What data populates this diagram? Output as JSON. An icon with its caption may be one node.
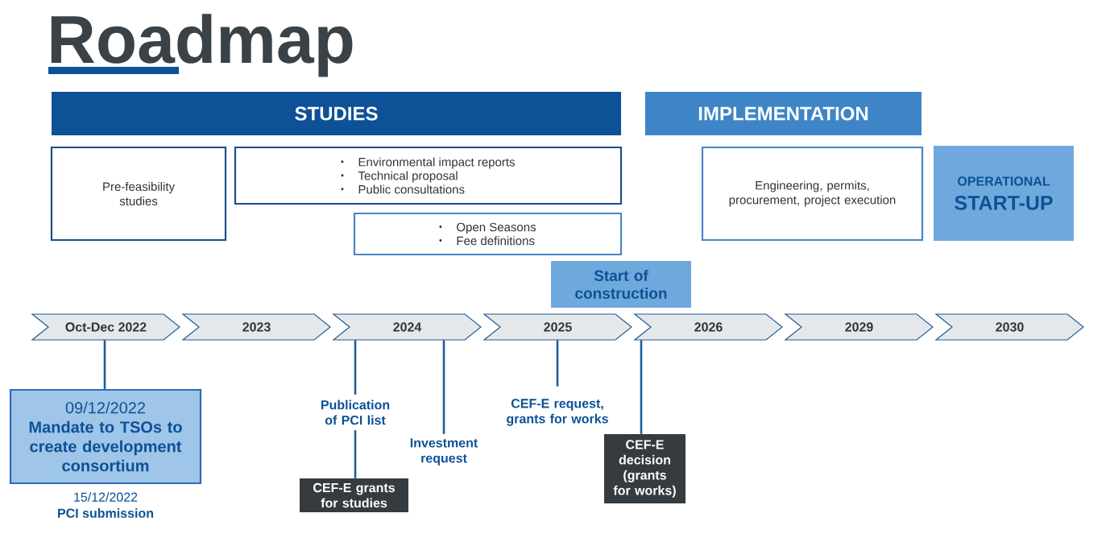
{
  "diagram": {
    "title": "Roadmap",
    "nodes": [
      {
        "text": [
          "STUDIES"
        ]
      },
      {
        "text": [
          "IMPLEMENTATION"
        ]
      },
      {
        "text": [
          "Pre-feasibility studies"
        ]
      },
      {
        "text": [
          "Environmental impact reports",
          "Technical proposal",
          "Public consultations"
        ]
      },
      {
        "text": [
          "Open Seasons",
          "Fee definitions"
        ]
      },
      {
        "text": [
          "Engineering, permits, procurement, project execution"
        ]
      },
      {
        "text": [
          "OPERATIONAL",
          "START-UP"
        ]
      },
      {
        "text": [
          "Start of construction"
        ]
      },
      {
        "text": [
          "Oct-Dec 2022"
        ]
      },
      {
        "text": [
          "2023"
        ]
      },
      {
        "text": [
          "2024"
        ]
      },
      {
        "text": [
          "2025"
        ]
      },
      {
        "text": [
          "2026"
        ]
      },
      {
        "text": [
          "2029"
        ]
      },
      {
        "text": [
          "2030"
        ]
      },
      {
        "text": [
          "09/12/2022",
          "Mandate to TSOs to create development consortium"
        ],
        "beside": [
          "15/12/2022",
          "PCI submission"
        ]
      },
      {
        "text": [
          "Publication of PCI list"
        ]
      },
      {
        "text": [
          "CEF-E grants for studies"
        ]
      },
      {
        "text": [
          "Investment request"
        ]
      },
      {
        "text": [
          "CEF-E request, grants for works"
        ]
      },
      {
        "text": [
          "CEF-E decision (grants for works)"
        ]
      }
    ],
    "edges": [
      {
        "from": 8,
        "to": 15,
        "arrow": "none"
      },
      {
        "from": 10,
        "to": 16,
        "arrow": "none"
      },
      {
        "from": 16,
        "to": 17,
        "arrow": "none"
      },
      {
        "from": 10,
        "to": 18,
        "arrow": "none"
      },
      {
        "from": 11,
        "to": 19,
        "arrow": "none"
      },
      {
        "from": 12,
        "to": 20,
        "arrow": "none"
      }
    ]
  }
}
